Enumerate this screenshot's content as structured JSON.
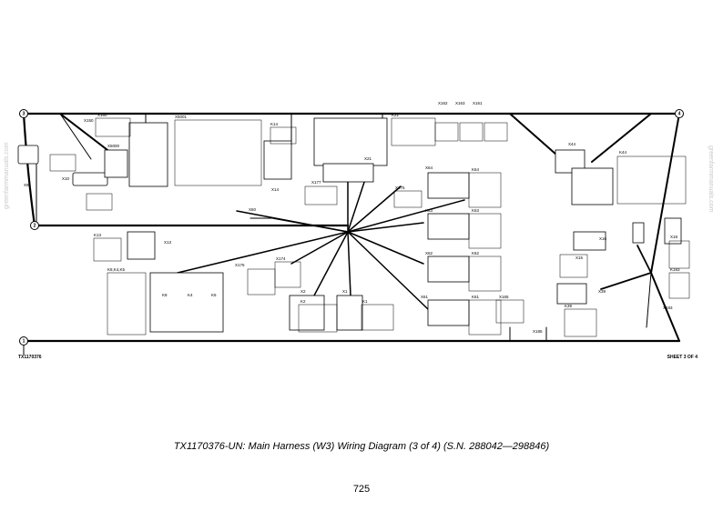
{
  "figure": {
    "id": "TX1170376",
    "sheet": "SHEET 3 OF 4",
    "caption": "TX1170376-UN: Main Harness (W3) Wiring Diagram (3 of 4) (S.N. 288042—298846)",
    "page_number": "725",
    "watermark": "greenfarmmanuals.com"
  },
  "nodes": [
    {
      "label": "3"
    },
    {
      "label": "4"
    },
    {
      "label": "2"
    },
    {
      "label": "1"
    }
  ],
  "connectors": [
    {
      "label": "X150"
    },
    {
      "label": "X160"
    },
    {
      "label": "X5001"
    },
    {
      "label": "X5000"
    },
    {
      "label": "K14"
    },
    {
      "label": "X14"
    },
    {
      "label": "X9"
    },
    {
      "label": "X10"
    },
    {
      "label": "K21"
    },
    {
      "label": "X21"
    },
    {
      "label": "X162"
    },
    {
      "label": "X163"
    },
    {
      "label": "X161"
    },
    {
      "label": "X44"
    },
    {
      "label": "K44"
    },
    {
      "label": "X60"
    },
    {
      "label": "X177"
    },
    {
      "label": "X175"
    },
    {
      "label": "X64"
    },
    {
      "label": "K64"
    },
    {
      "label": "X63"
    },
    {
      "label": "K63"
    },
    {
      "label": "X62"
    },
    {
      "label": "K62"
    },
    {
      "label": "X61"
    },
    {
      "label": "K61"
    },
    {
      "label": "X165"
    },
    {
      "label": "X13"
    },
    {
      "label": "K13"
    },
    {
      "label": "X174"
    },
    {
      "label": "X176"
    },
    {
      "label": "X2"
    },
    {
      "label": "K2"
    },
    {
      "label": "X1"
    },
    {
      "label": "K1"
    },
    {
      "label": "K8"
    },
    {
      "label": "K4"
    },
    {
      "label": "K5"
    },
    {
      "label": "K8,K4,K5"
    },
    {
      "label": "X16"
    },
    {
      "label": "X15"
    },
    {
      "label": "X18"
    },
    {
      "label": "X39"
    },
    {
      "label": "K39"
    },
    {
      "label": "X183"
    },
    {
      "label": "K183"
    },
    {
      "label": "X185"
    }
  ]
}
